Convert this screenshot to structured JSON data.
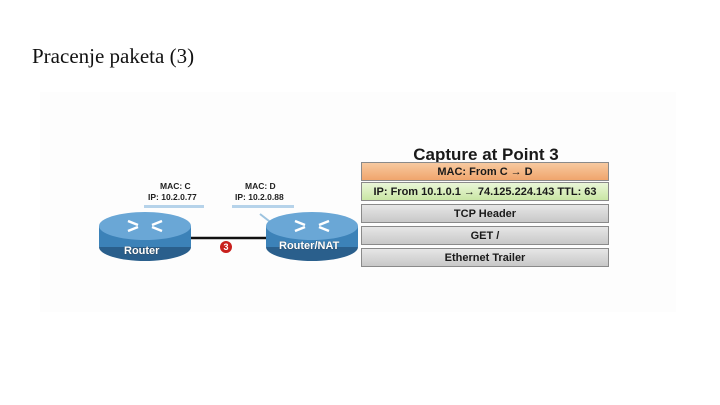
{
  "slide": {
    "title": "Pracenje paketa (3)"
  },
  "diagram": {
    "router_left": {
      "label": "Router",
      "mac": "MAC: C",
      "ip": "IP: 10.2.0.77"
    },
    "router_right": {
      "label": "Router/NAT",
      "mac": "MAC: D",
      "ip": "IP: 10.2.0.88"
    },
    "capture_point": "3"
  },
  "capture": {
    "title": "Capture at Point 3",
    "mac_from": "MAC: From C",
    "mac_to": "D",
    "ip_from": "IP: From 10.1.0.1",
    "ip_to": "74.125.224.143 TTL: 63",
    "arrow": "→",
    "tcp": "TCP Header",
    "get": "GET /",
    "trailer": "Ethernet Trailer"
  },
  "colors": {
    "mac_layer": "#f0a56c",
    "ip_layer": "#c9e6a4",
    "router": "#3c82b8",
    "link": "#111111",
    "marker": "#c8201d"
  }
}
